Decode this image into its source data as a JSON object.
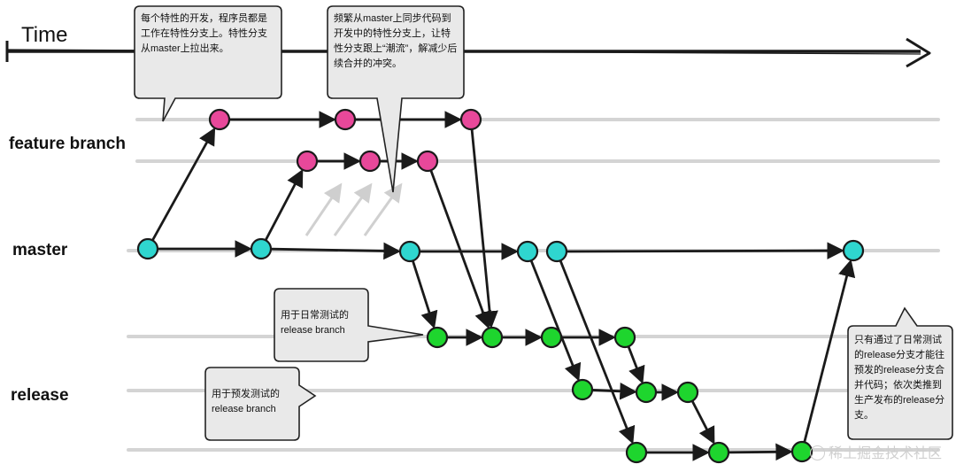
{
  "time_label": "Time",
  "lanes": {
    "feature": "feature branch",
    "master": "master",
    "release": "release"
  },
  "callouts": {
    "feature_dev": "每个特性的开发，程序员都是工作在特性分支上。特性分支从master上拉出来。",
    "sync_master": "频繁从master上同步代码到开发中的特性分支上，让特性分支跟上“潮流”，解减少后续合并的冲突。",
    "daily_test": "用于日常测试的release branch",
    "pre_release_test": "用于预发测试的release branch",
    "production": "只有通过了日常测试的release分支才能往预发的release分支合并代码；依次类推到生产发布的release分支。"
  },
  "watermark": "稀土掘金技术社区",
  "colors": {
    "feature_node": "#e8489a",
    "master_node": "#2fd6cf",
    "release_node": "#1ed52e",
    "lane_line": "#d4d4d4",
    "arrow": "#1a1a1a",
    "bubble_fill": "#e9e9e9"
  }
}
